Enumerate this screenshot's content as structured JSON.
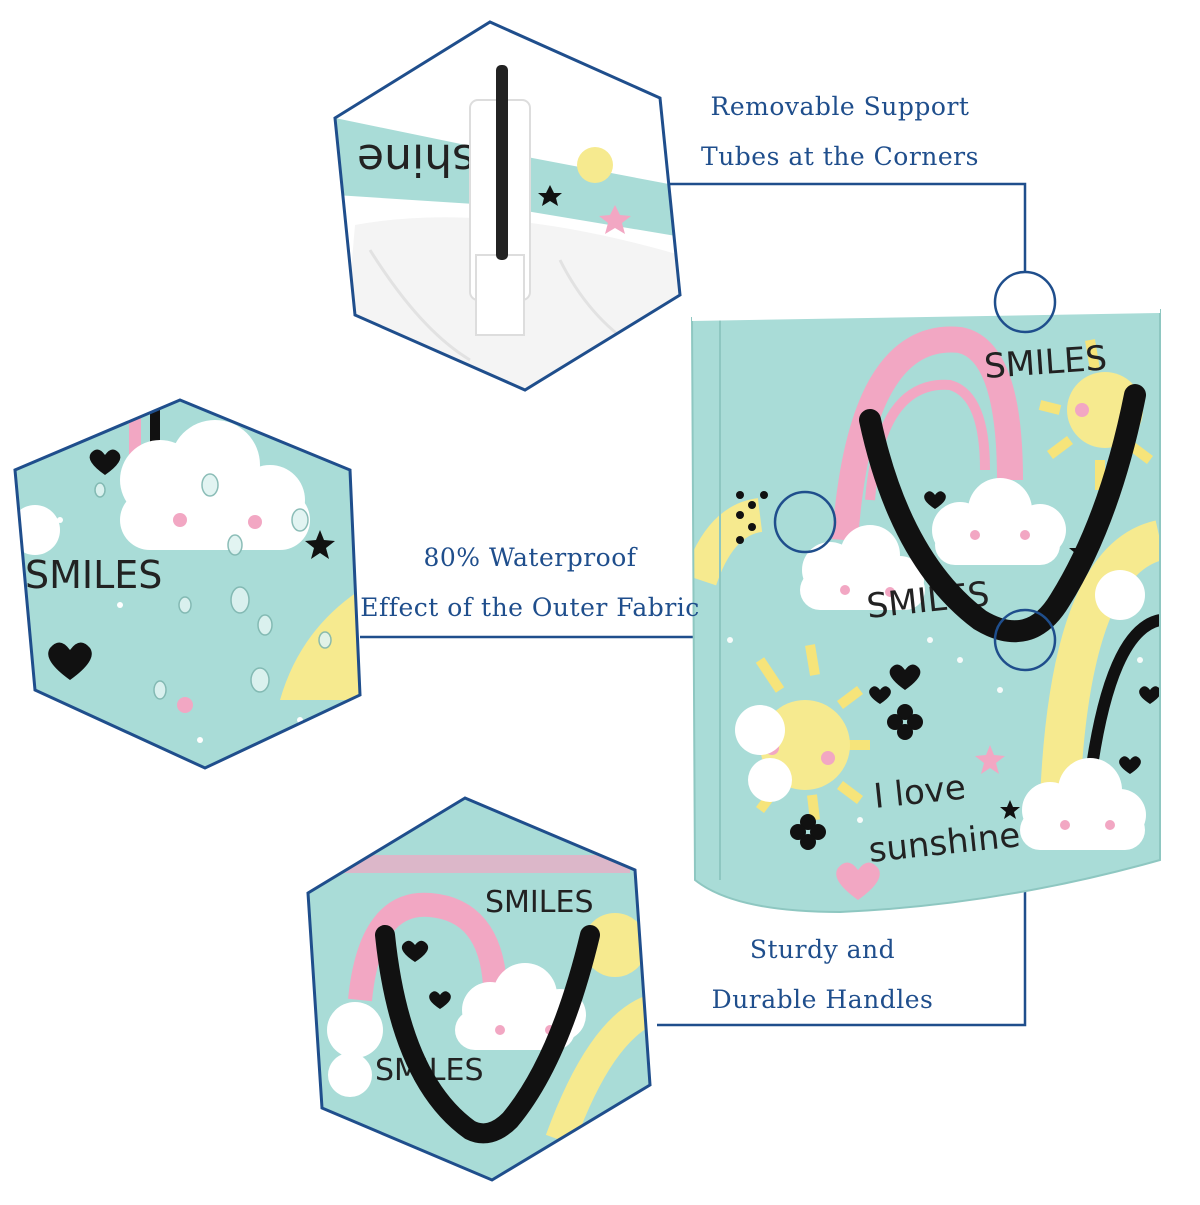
{
  "callouts": {
    "support_tubes": {
      "line1": "Removable Support",
      "line2": "Tubes at the Corners"
    },
    "waterproof": {
      "line1": "80% Waterproof",
      "line2": "Effect of the Outer Fabric"
    },
    "handles": {
      "line1": "Sturdy and",
      "line2": "Durable Handles"
    }
  },
  "print_text": {
    "smiles": "SMILES",
    "i_love": "I love",
    "sunshine": "sunshine",
    "shine_flipped": "shine"
  },
  "colors": {
    "accent": "#1f4e8c",
    "fabric": "#a9dcd7",
    "pink": "#f2a7c3",
    "yellow": "#f6ea8f",
    "cloud": "#ffffff",
    "handle": "#111111"
  },
  "icons": [
    "sun-icon",
    "cloud-icon",
    "rainbow-icon",
    "heart-icon",
    "star-icon",
    "flower-icon"
  ]
}
